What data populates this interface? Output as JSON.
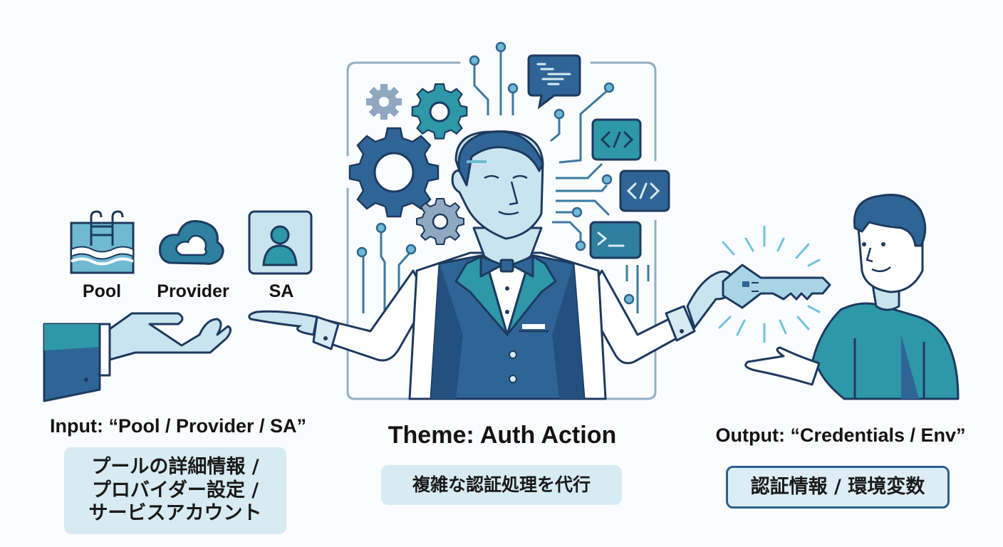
{
  "input": {
    "icons": [
      {
        "name": "pool-icon",
        "label": "Pool"
      },
      {
        "name": "provider-cloud-icon",
        "label": "Provider"
      },
      {
        "name": "service-account-icon",
        "label": "SA"
      }
    ],
    "title": "Input: “Pool / Provider / SA”",
    "description_lines": [
      "プールの詳細情報 /",
      "プロバイダー設定 /",
      "サービスアカウント"
    ]
  },
  "theme": {
    "title": "Theme: Auth Action",
    "description": "複雑な認証処理を代行"
  },
  "output": {
    "title": "Output: “Credentials / Env”",
    "description": "認証情報 / 環境変数"
  },
  "colors": {
    "navy": "#1d3a5f",
    "blue": "#2f6596",
    "teal": "#2e97a8",
    "light_blue": "#c9e4ef",
    "pale_blue": "#d6ebf3",
    "gray_blue": "#8fa8c0"
  }
}
